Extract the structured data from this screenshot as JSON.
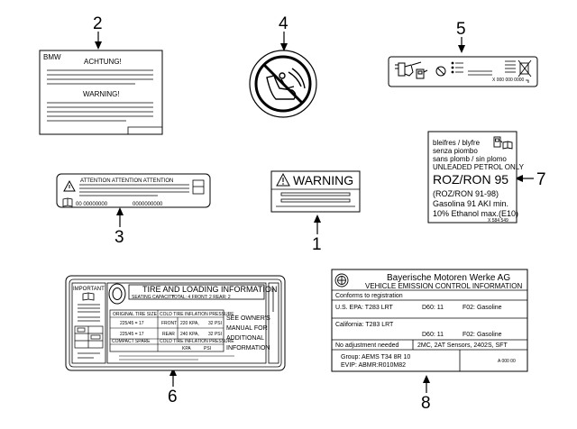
{
  "callouts": [
    "1",
    "2",
    "3",
    "4",
    "5",
    "6",
    "7",
    "8"
  ],
  "label2": {
    "brand": "BMW",
    "heading1": "ACHTUNG!",
    "heading2": "WARNING!"
  },
  "label3": {
    "header": "ATTENTION ATTENTION ATTENTION",
    "code_a": "00 00000000",
    "code_b": "0000000000"
  },
  "label1": {
    "title": "WARNING"
  },
  "label5": {
    "code": "X 000 000 0000"
  },
  "label7": {
    "lines": [
      "bleifres / blyfre",
      "senza piombo",
      "sans plomb / sin plomo",
      "UNLEADED PETROL ONLY"
    ],
    "grade": "ROZ/RON 95",
    "grade_alt": "(ROZ/RON 91-98)",
    "aki": "Gasolina 91 AKI min.",
    "ethanol": "10% Ethanol max.(E10)",
    "part_no": "X 584 549"
  },
  "label6": {
    "important": "IMPORTANT",
    "title": "TIRE AND LOADING INFORMATION",
    "seating_label": "SEATING CAPACITY",
    "seating_values": "TOTAL: 4    FRONT: 2    REAR: 2",
    "original_tire_size": "ORIGINAL TIRE SIZE",
    "cold_pressure": "COLD TIRE INFLATION PRESSURE",
    "tire1": "225/45 = 17",
    "tire1_pos": "FRONT",
    "tire1_kpa": "220 KPA,",
    "tire1_psi": "32 PSI",
    "tire2": "225/45 = 17",
    "tire2_pos": "REAR",
    "tire2_kpa": "240 KPA,",
    "tire2_psi": "32 PSI",
    "compact_spare": "COMPACT SPARE",
    "kpa": "KPA",
    "psi": "PSI",
    "see_manual": [
      "SEE OWNER'S",
      "MANUAL FOR",
      "ADDITIONAL",
      "INFORMATION"
    ]
  },
  "label8": {
    "company": "Bayerische Motoren Werke AG",
    "title": "VEHICLE EMISSION CONTROL INFORMATION",
    "conforms": "Conforms to registration",
    "us_epa": "U.S. EPA: T283 LRT",
    "d60_1": "D60: 11",
    "f02_1": "F02: Gasoline",
    "california": "California: T283 LRT",
    "d60_2": "D60: 11",
    "f02_2": "F02: Gasoline",
    "no_adjust": "No adjustment needed",
    "sensors": "2MC, 2AT Sensors, 2402S, SFT",
    "group": "Group: AEMS T34 8R 10",
    "evip": "EVIP: ABMR:R010M82",
    "code": "A 000 00"
  }
}
